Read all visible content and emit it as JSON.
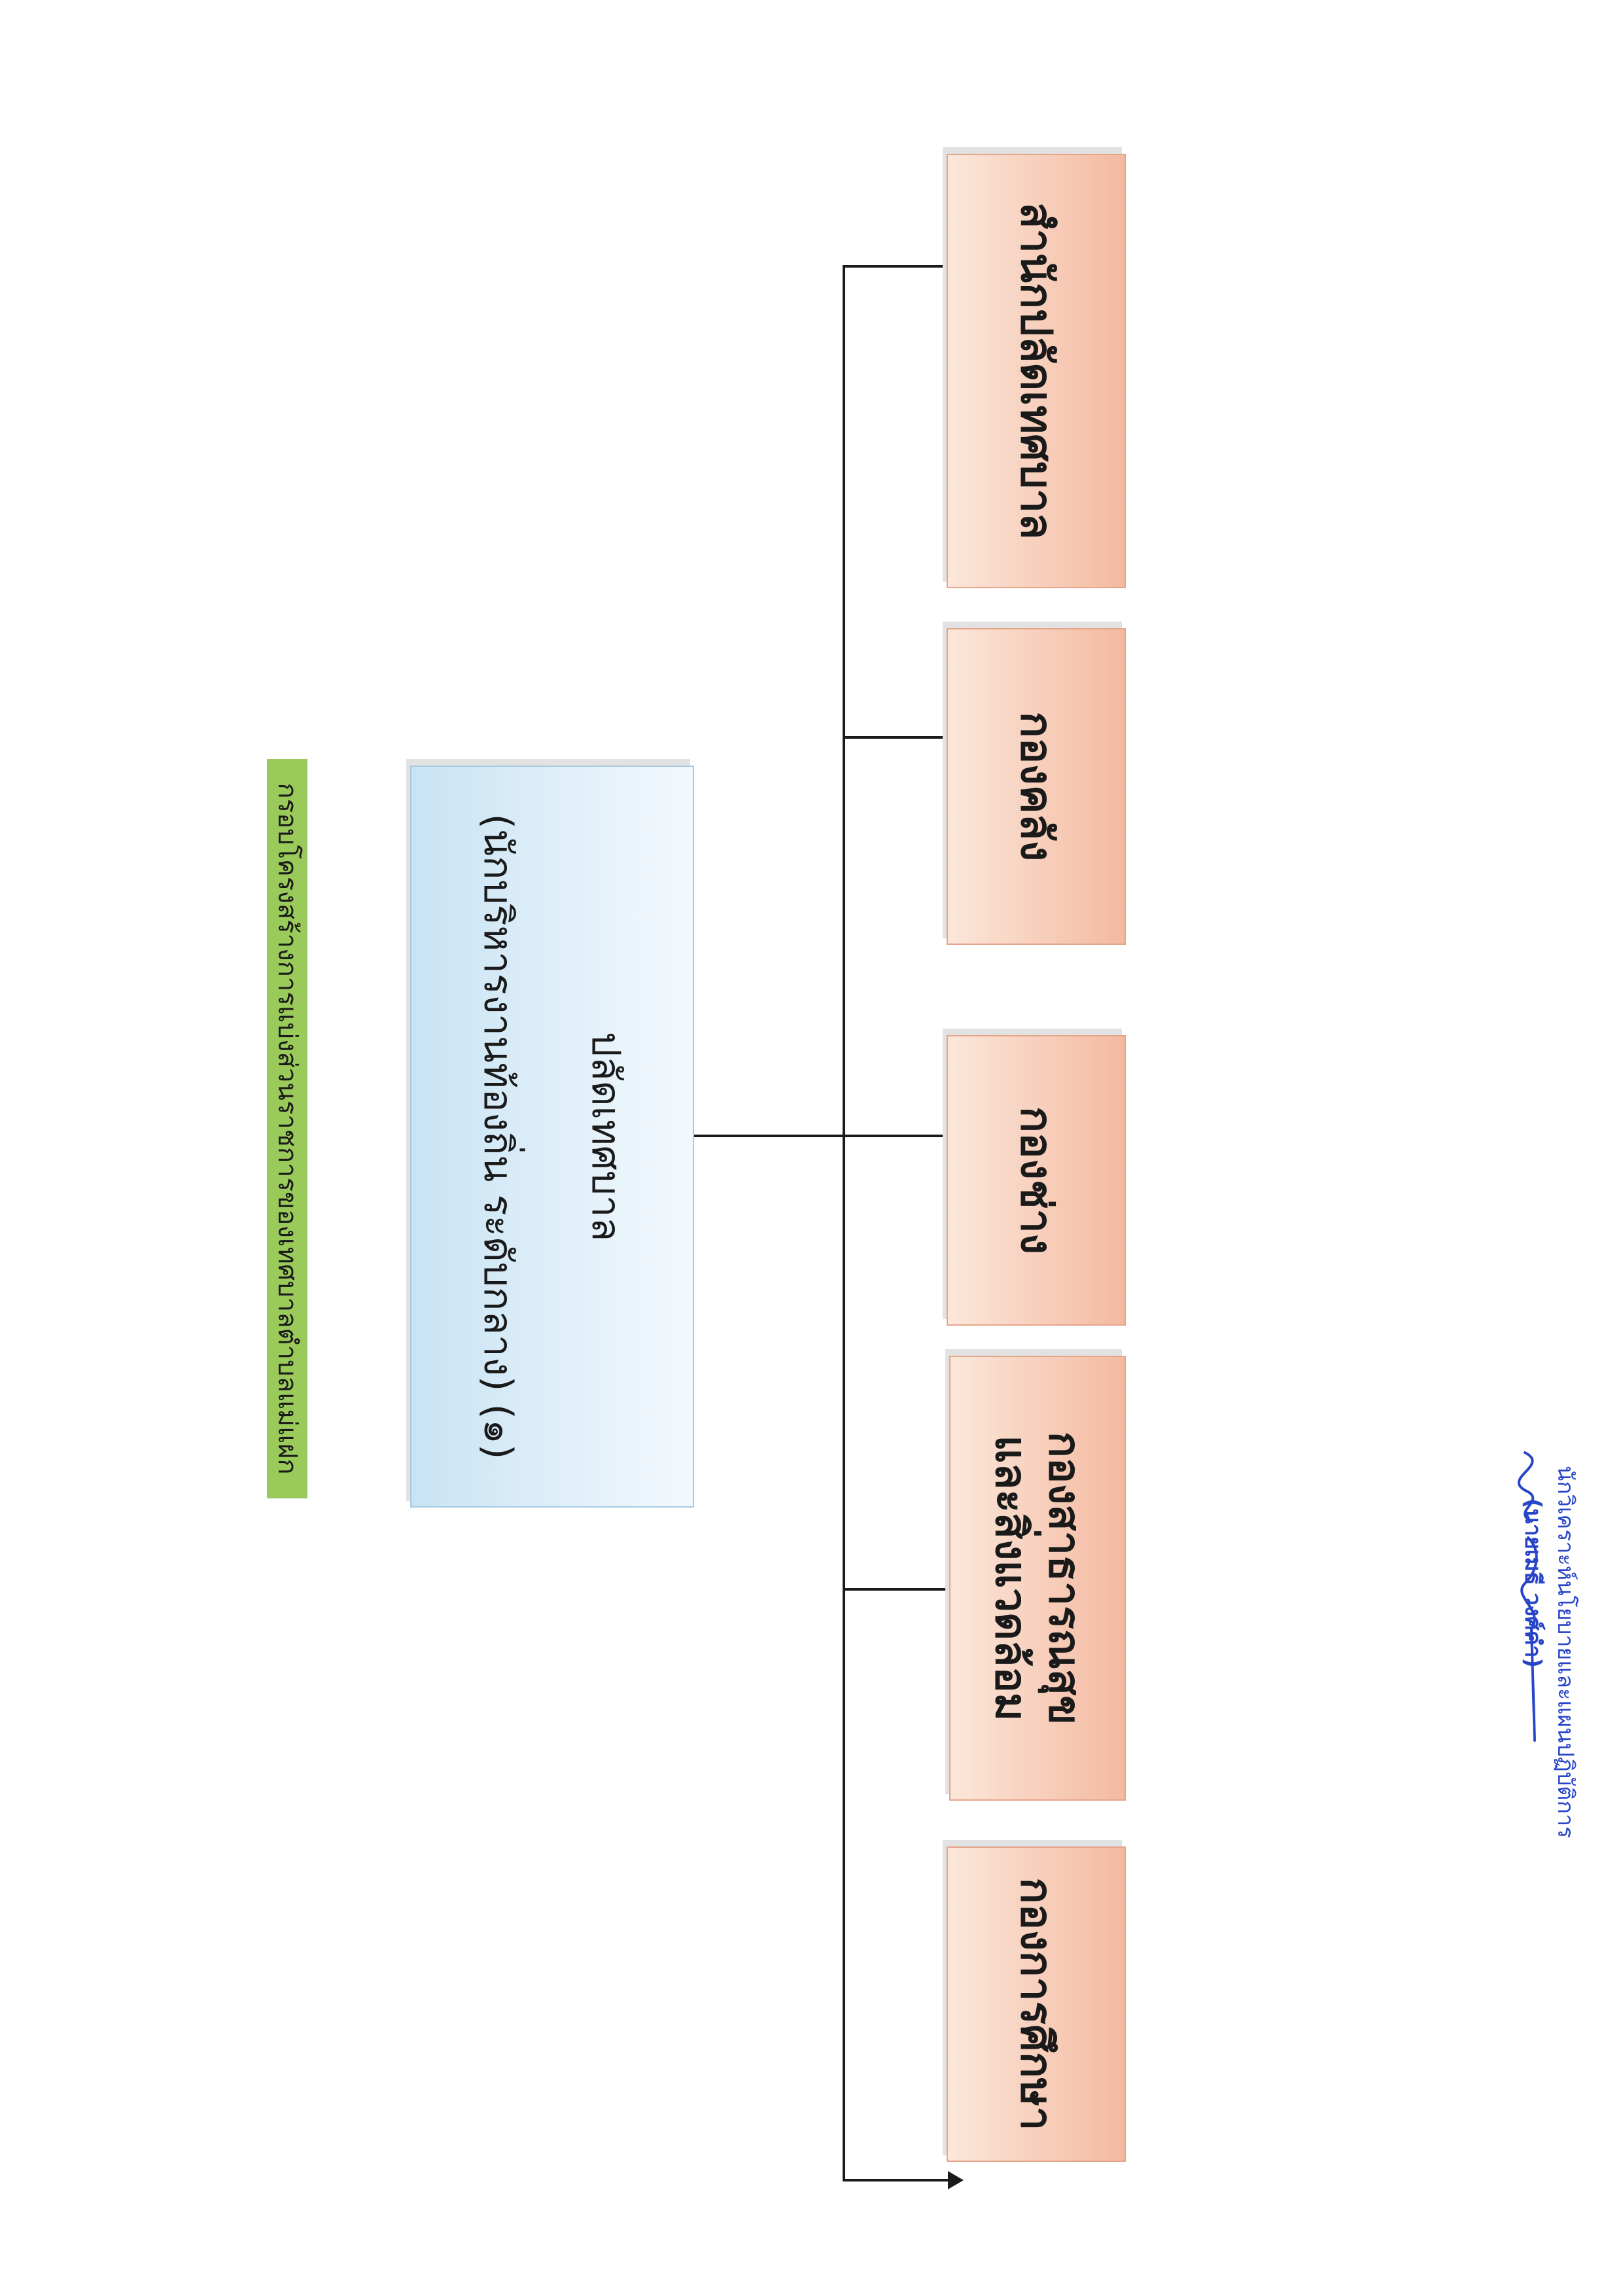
{
  "title": "กรอบโครงสร้างการแบ่งส่วนราชการของเทศบาลตำบลแม่แฝก",
  "top_node": {
    "line1": "ปลัดเทศบาล",
    "line2": "(นักบริหารงานท้องถิ่น ระดับกลาง) (๑)"
  },
  "departments": [
    {
      "label": "สำนักปลัดเทศบาล"
    },
    {
      "label": "กองคลัง"
    },
    {
      "label": "กองช่าง"
    },
    {
      "label": "กองสาธารณสุขและสิ่งแวดล้อม"
    },
    {
      "label": "กองการศึกษา"
    }
  ],
  "signature": {
    "name": "(นายเมธี วงศ์คำ)",
    "position": "นักวิเคราะห์นโยบายและแผนปฏิบัติการ"
  },
  "colors": {
    "title_banner": "#9acb5a",
    "top_box": "#c8e3f4",
    "department_box": "#f4b9a0",
    "signature_ink": "#2845c8"
  }
}
